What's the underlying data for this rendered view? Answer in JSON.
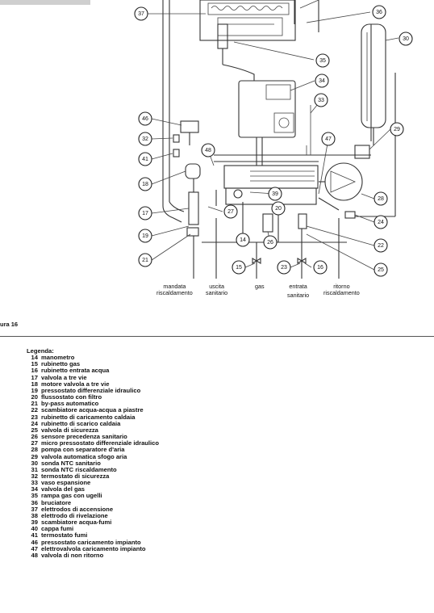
{
  "figure_label": "ura 16",
  "connections": [
    {
      "line1": "mandata",
      "line2": "riscaldamento"
    },
    {
      "line1": "uscita",
      "line2": "sanitario"
    },
    {
      "line1": "gas",
      "line2": ""
    },
    {
      "line1": "entrata",
      "line2": "sanitario"
    },
    {
      "line1": "ritorno",
      "line2": "riscaldamento"
    }
  ],
  "callouts": [
    "37",
    "36",
    "30",
    "35",
    "34",
    "33",
    "46",
    "32",
    "41",
    "48",
    "47",
    "29",
    "18",
    "39",
    "28",
    "17",
    "27",
    "20",
    "24",
    "19",
    "21",
    "14",
    "26",
    "22",
    "15",
    "23",
    "16",
    "25"
  ],
  "legend_title": "Legenda:",
  "legend": [
    {
      "n": "14",
      "text": "manometro"
    },
    {
      "n": "15",
      "text": "rubinetto gas"
    },
    {
      "n": "16",
      "text": "rubinetto entrata acqua"
    },
    {
      "n": "17",
      "text": "valvola a tre vie"
    },
    {
      "n": "18",
      "text": "motore valvola a tre vie"
    },
    {
      "n": "19",
      "text": "pressostato differenziale idraulico"
    },
    {
      "n": "20",
      "text": "flussostato con filtro"
    },
    {
      "n": "21",
      "text": "by-pass automatico"
    },
    {
      "n": "22",
      "text": "scambiatore acqua-acqua a piastre"
    },
    {
      "n": "23",
      "text": "rubinetto di caricamento caldaia"
    },
    {
      "n": "24",
      "text": "rubinetto di scarico caldaia"
    },
    {
      "n": "25",
      "text": "valvola di sicurezza"
    },
    {
      "n": "26",
      "text": "sensore precedenza sanitario"
    },
    {
      "n": "27",
      "text": "micro pressostato differenziale idraulico"
    },
    {
      "n": "28",
      "text": "pompa con separatore d'aria"
    },
    {
      "n": "29",
      "text": "valvola automatica sfogo aria"
    },
    {
      "n": "30",
      "text": "sonda NTC sanitario"
    },
    {
      "n": "31",
      "text": "sonda NTC riscaldamento"
    },
    {
      "n": "32",
      "text": "termostato di sicurezza"
    },
    {
      "n": "33",
      "text": "vaso espansione"
    },
    {
      "n": "34",
      "text": "valvola del gas"
    },
    {
      "n": "35",
      "text": "rampa gas con ugelli"
    },
    {
      "n": "36",
      "text": "bruciatore"
    },
    {
      "n": "37",
      "text": "elettrodos di accensione"
    },
    {
      "n": "38",
      "text": "elettrodo di rivelazione"
    },
    {
      "n": "39",
      "text": "scambiatore acqua-fumi"
    },
    {
      "n": "40",
      "text": "cappa fumi"
    },
    {
      "n": "41",
      "text": "termostato fumi"
    },
    {
      "n": "46",
      "text": "pressostato caricamento impianto"
    },
    {
      "n": "47",
      "text": "elettrovalvola caricamento impianto"
    },
    {
      "n": "48",
      "text": "valvola di non ritorno"
    }
  ]
}
